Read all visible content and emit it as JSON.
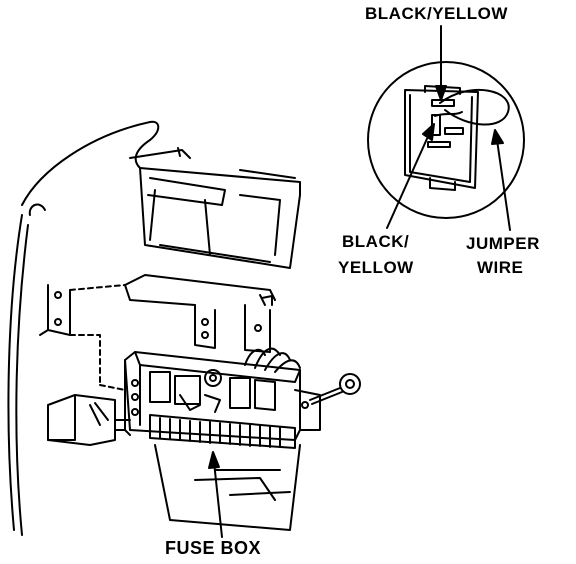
{
  "labels": {
    "black_yellow_top": "BLACK/YELLOW",
    "black_yellow_left_line1": "BLACK/",
    "black_yellow_left_line2": "YELLOW",
    "jumper_line1": "JUMPER",
    "jumper_line2": "WIRE",
    "fuse_box": "FUSE BOX"
  },
  "colors": {
    "ink": "#000000",
    "paper": "#ffffff"
  }
}
